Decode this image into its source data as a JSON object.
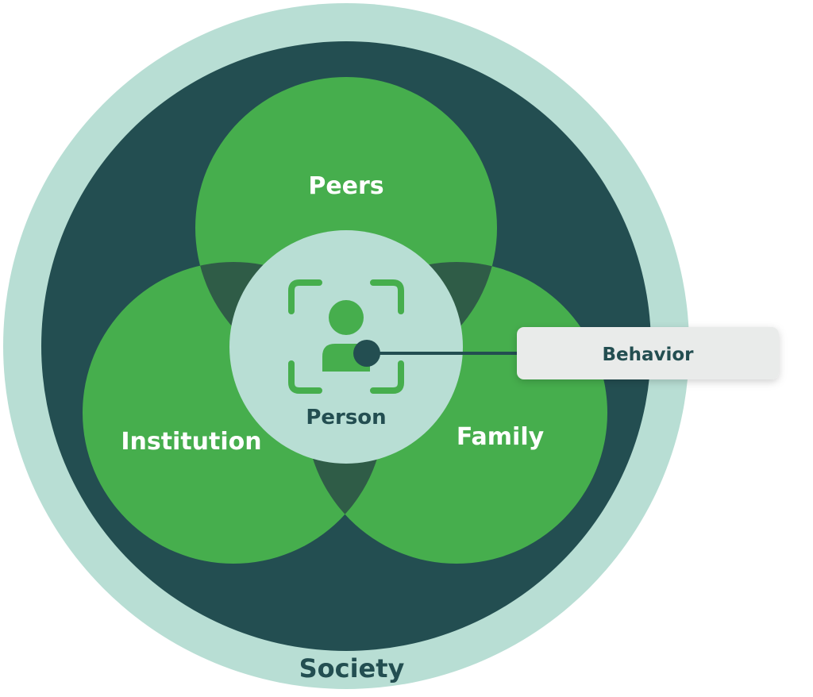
{
  "labels": {
    "peers": "Peers",
    "institution": "Institution",
    "family": "Family",
    "person": "Person",
    "society": "Society",
    "behavior": "Behavior"
  },
  "colors": {
    "society_ring": "#b8ded4",
    "society_inner": "#234e51",
    "circle_green": "#46ae4d",
    "overlap": "#2f5c47",
    "center": "#b8ded4",
    "text_light": "#ffffff",
    "text_dark": "#234e51",
    "behavior_box": "#e9ebea",
    "connector": "#234e51"
  },
  "icons": {
    "person": "person-scan-icon"
  }
}
